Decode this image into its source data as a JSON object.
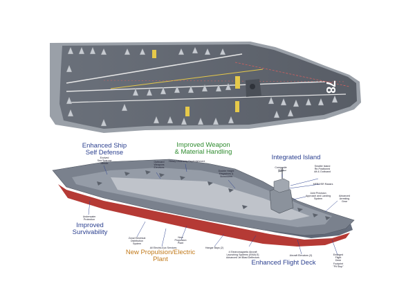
{
  "top_view": {
    "hull_number": "78"
  },
  "headings": {
    "self_defense": "Enhanced Ship\nSelf Defense",
    "weapon_handling": "Improved Weapon\n& Material Handling",
    "integrated_island": "Integrated Island",
    "survivability": "Improved\nSurvivability",
    "propulsion": "New Propulsion/Electric\nPlant",
    "flight_deck": "Enhanced Flight Deck"
  },
  "callouts": {
    "essm": "Evolved\nSea Sparrow\nMissile",
    "outboard_elevators": "Outboard\nWeapons\nElevators",
    "unrep": "Heavy Underway Replenishment",
    "double_height": "Double Height\nMagazines &\nStowrooms",
    "composite_mast": "Composite\nMast",
    "smaller_island": "Smaller Island\nRe-Positioned\nAft & Outboard",
    "radars": "MFR/VSR Radars",
    "jpals": "Joint Precision\nApproach and Landing\nSystem",
    "aag": "Advanced\nArresting\nGear",
    "underwater": "Underwater\nProtection",
    "zonal": "Zonal Electrical\nDistribution\nSystem",
    "aux": "All Electric Aux Services",
    "propulsion_plant": "New\nPropulsion\nPlant",
    "hangar": "Hangar Bays (2)",
    "emals": "4 Electromagnetic Aircraft\nLaunching Systems (EMALS)\nAdvanced Jet Blast Deflectors",
    "aircraft_elevators": "Aircraft Elevators (3)",
    "pit_stop": "Enlarged\nFlight\nDeck\nFootprint\n\"Pit Stop\""
  }
}
